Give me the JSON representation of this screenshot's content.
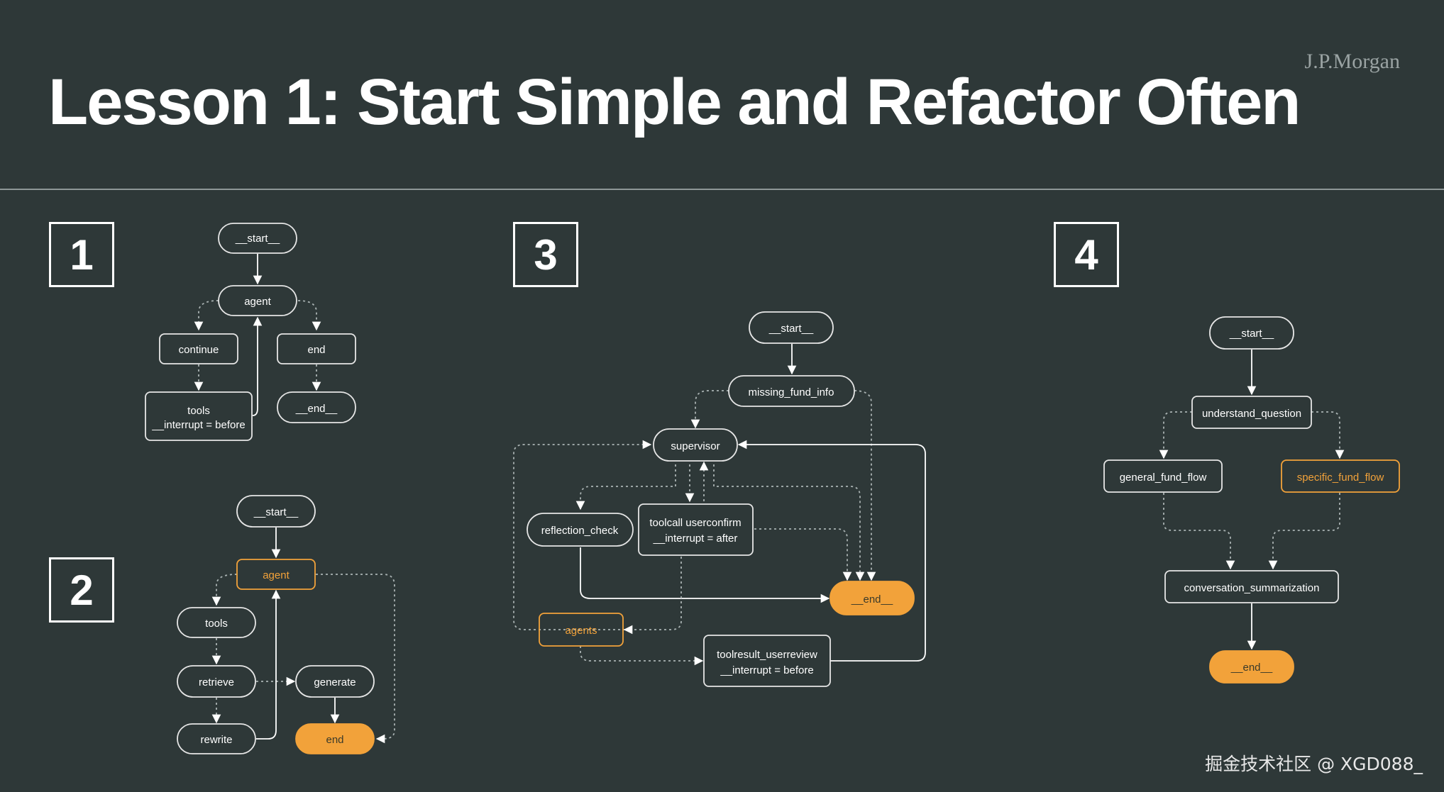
{
  "header": {
    "title": "Lesson 1: Start Simple and Refactor Often",
    "brand": "J.P.Morgan"
  },
  "panels": {
    "p1": "1",
    "p2": "2",
    "p3": "3",
    "p4": "4"
  },
  "nodes": {
    "d1": {
      "start": "__start__",
      "agent": "agent",
      "continue": "continue",
      "end_cond": "end",
      "tools_1": "tools",
      "tools_2": "__interrupt = before",
      "end": "__end__"
    },
    "d2": {
      "start": "__start__",
      "agent": "agent",
      "tools": "tools",
      "retrieve": "retrieve",
      "generate": "generate",
      "rewrite": "rewrite",
      "end": "end"
    },
    "d3": {
      "start": "__start__",
      "missing": "missing_fund_info",
      "supervisor": "supervisor",
      "reflection": "reflection_check",
      "toolcall_1": "toolcall userconfirm",
      "toolcall_2": "__interrupt = after",
      "end": "__end__",
      "agents": "agents",
      "toolresult_1": "toolresult_userreview",
      "toolresult_2": "__interrupt = before"
    },
    "d4": {
      "start": "__start__",
      "understand": "understand_question",
      "general": "general_fund_flow",
      "specific": "specific_fund_flow",
      "summarization": "conversation_summarization",
      "end": "__end__"
    }
  },
  "colors": {
    "background": "#2e3838",
    "node_border": "#e6e6e6",
    "accent_orange": "#f2a23a",
    "edge_dotted": "#aab3b3"
  },
  "watermark": "掘金技术社区 @ XGD088_"
}
